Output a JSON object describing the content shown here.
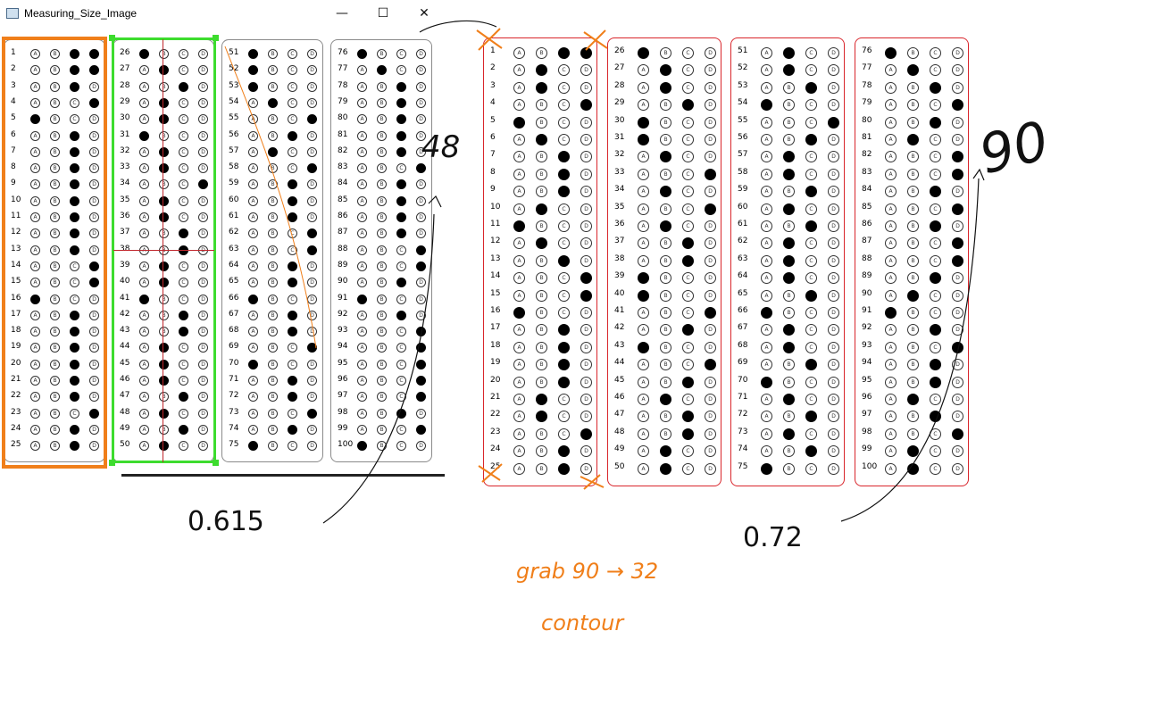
{
  "window": {
    "title": "Measuring_Size_Image",
    "controls": {
      "minimize": "—",
      "maximize": "☐",
      "close": "✕"
    }
  },
  "choices": [
    "A",
    "B",
    "C",
    "D"
  ],
  "left_sheet_answers": [
    "CD",
    "CD",
    "C",
    "D",
    "A",
    "C",
    "C",
    "C",
    "C",
    "C",
    "C",
    "C",
    "C",
    "D",
    "D",
    "A",
    "C",
    "C",
    "C",
    "C",
    "C",
    "C",
    "D",
    "C",
    "C",
    "A",
    "B",
    "C",
    "B",
    "B",
    "A",
    "B",
    "B",
    "D",
    "B",
    "B",
    "C",
    "C",
    "B",
    "B",
    "A",
    "C",
    "C",
    "B",
    "B",
    "B",
    "C",
    "B",
    "C",
    "B",
    "A",
    "A",
    "A",
    "B",
    "D",
    "C",
    "B",
    "D",
    "C",
    "C",
    "C",
    "D",
    "D",
    "C",
    "C",
    "A",
    "C",
    "C",
    "D",
    "A",
    "C",
    "C",
    "D",
    "C",
    "A",
    "A",
    "B",
    "C",
    "C",
    "C",
    "C",
    "C",
    "D",
    "C",
    "C",
    "C",
    "C",
    "D",
    "D",
    "C",
    "A",
    "C",
    "D",
    "D",
    "D",
    "D",
    "D",
    "C",
    "D",
    "A"
  ],
  "right_sheet_answers": [
    "CD",
    "B",
    "B",
    "D",
    "A",
    "B",
    "C",
    "C",
    "C",
    "B",
    "A",
    "B",
    "C",
    "D",
    "D",
    "A",
    "C",
    "C",
    "C",
    "C",
    "B",
    "B",
    "D",
    "C",
    "C",
    "A",
    "B",
    "B",
    "C",
    "A",
    "A",
    "B",
    "D",
    "B",
    "D",
    "B",
    "C",
    "C",
    "A",
    "A",
    "D",
    "C",
    "A",
    "D",
    "C",
    "B",
    "C",
    "C",
    "B",
    "B",
    "B",
    "B",
    "C",
    "A",
    "D",
    "C",
    "B",
    "B",
    "C",
    "B",
    "C",
    "B",
    "B",
    "B",
    "C",
    "A",
    "B",
    "B",
    "C",
    "A",
    "B",
    "C",
    "B",
    "C",
    "A",
    "A",
    "B",
    "C",
    "D",
    "C",
    "B",
    "D",
    "D",
    "C",
    "D",
    "C",
    "D",
    "D",
    "C",
    "B",
    "A",
    "C",
    "D",
    "C",
    "C",
    "B",
    "C",
    "D",
    "B",
    "B"
  ],
  "annotations": {
    "num_48": "48",
    "num_90": "90",
    "ratio_left": "0.615",
    "ratio_right": "0.72",
    "note_line1": "grab 90 → 32",
    "note_line2": "contour"
  },
  "colors": {
    "orange": "#f07f1a",
    "green": "#3ddc2e",
    "red": "#d9262c",
    "ink": "#111111"
  }
}
